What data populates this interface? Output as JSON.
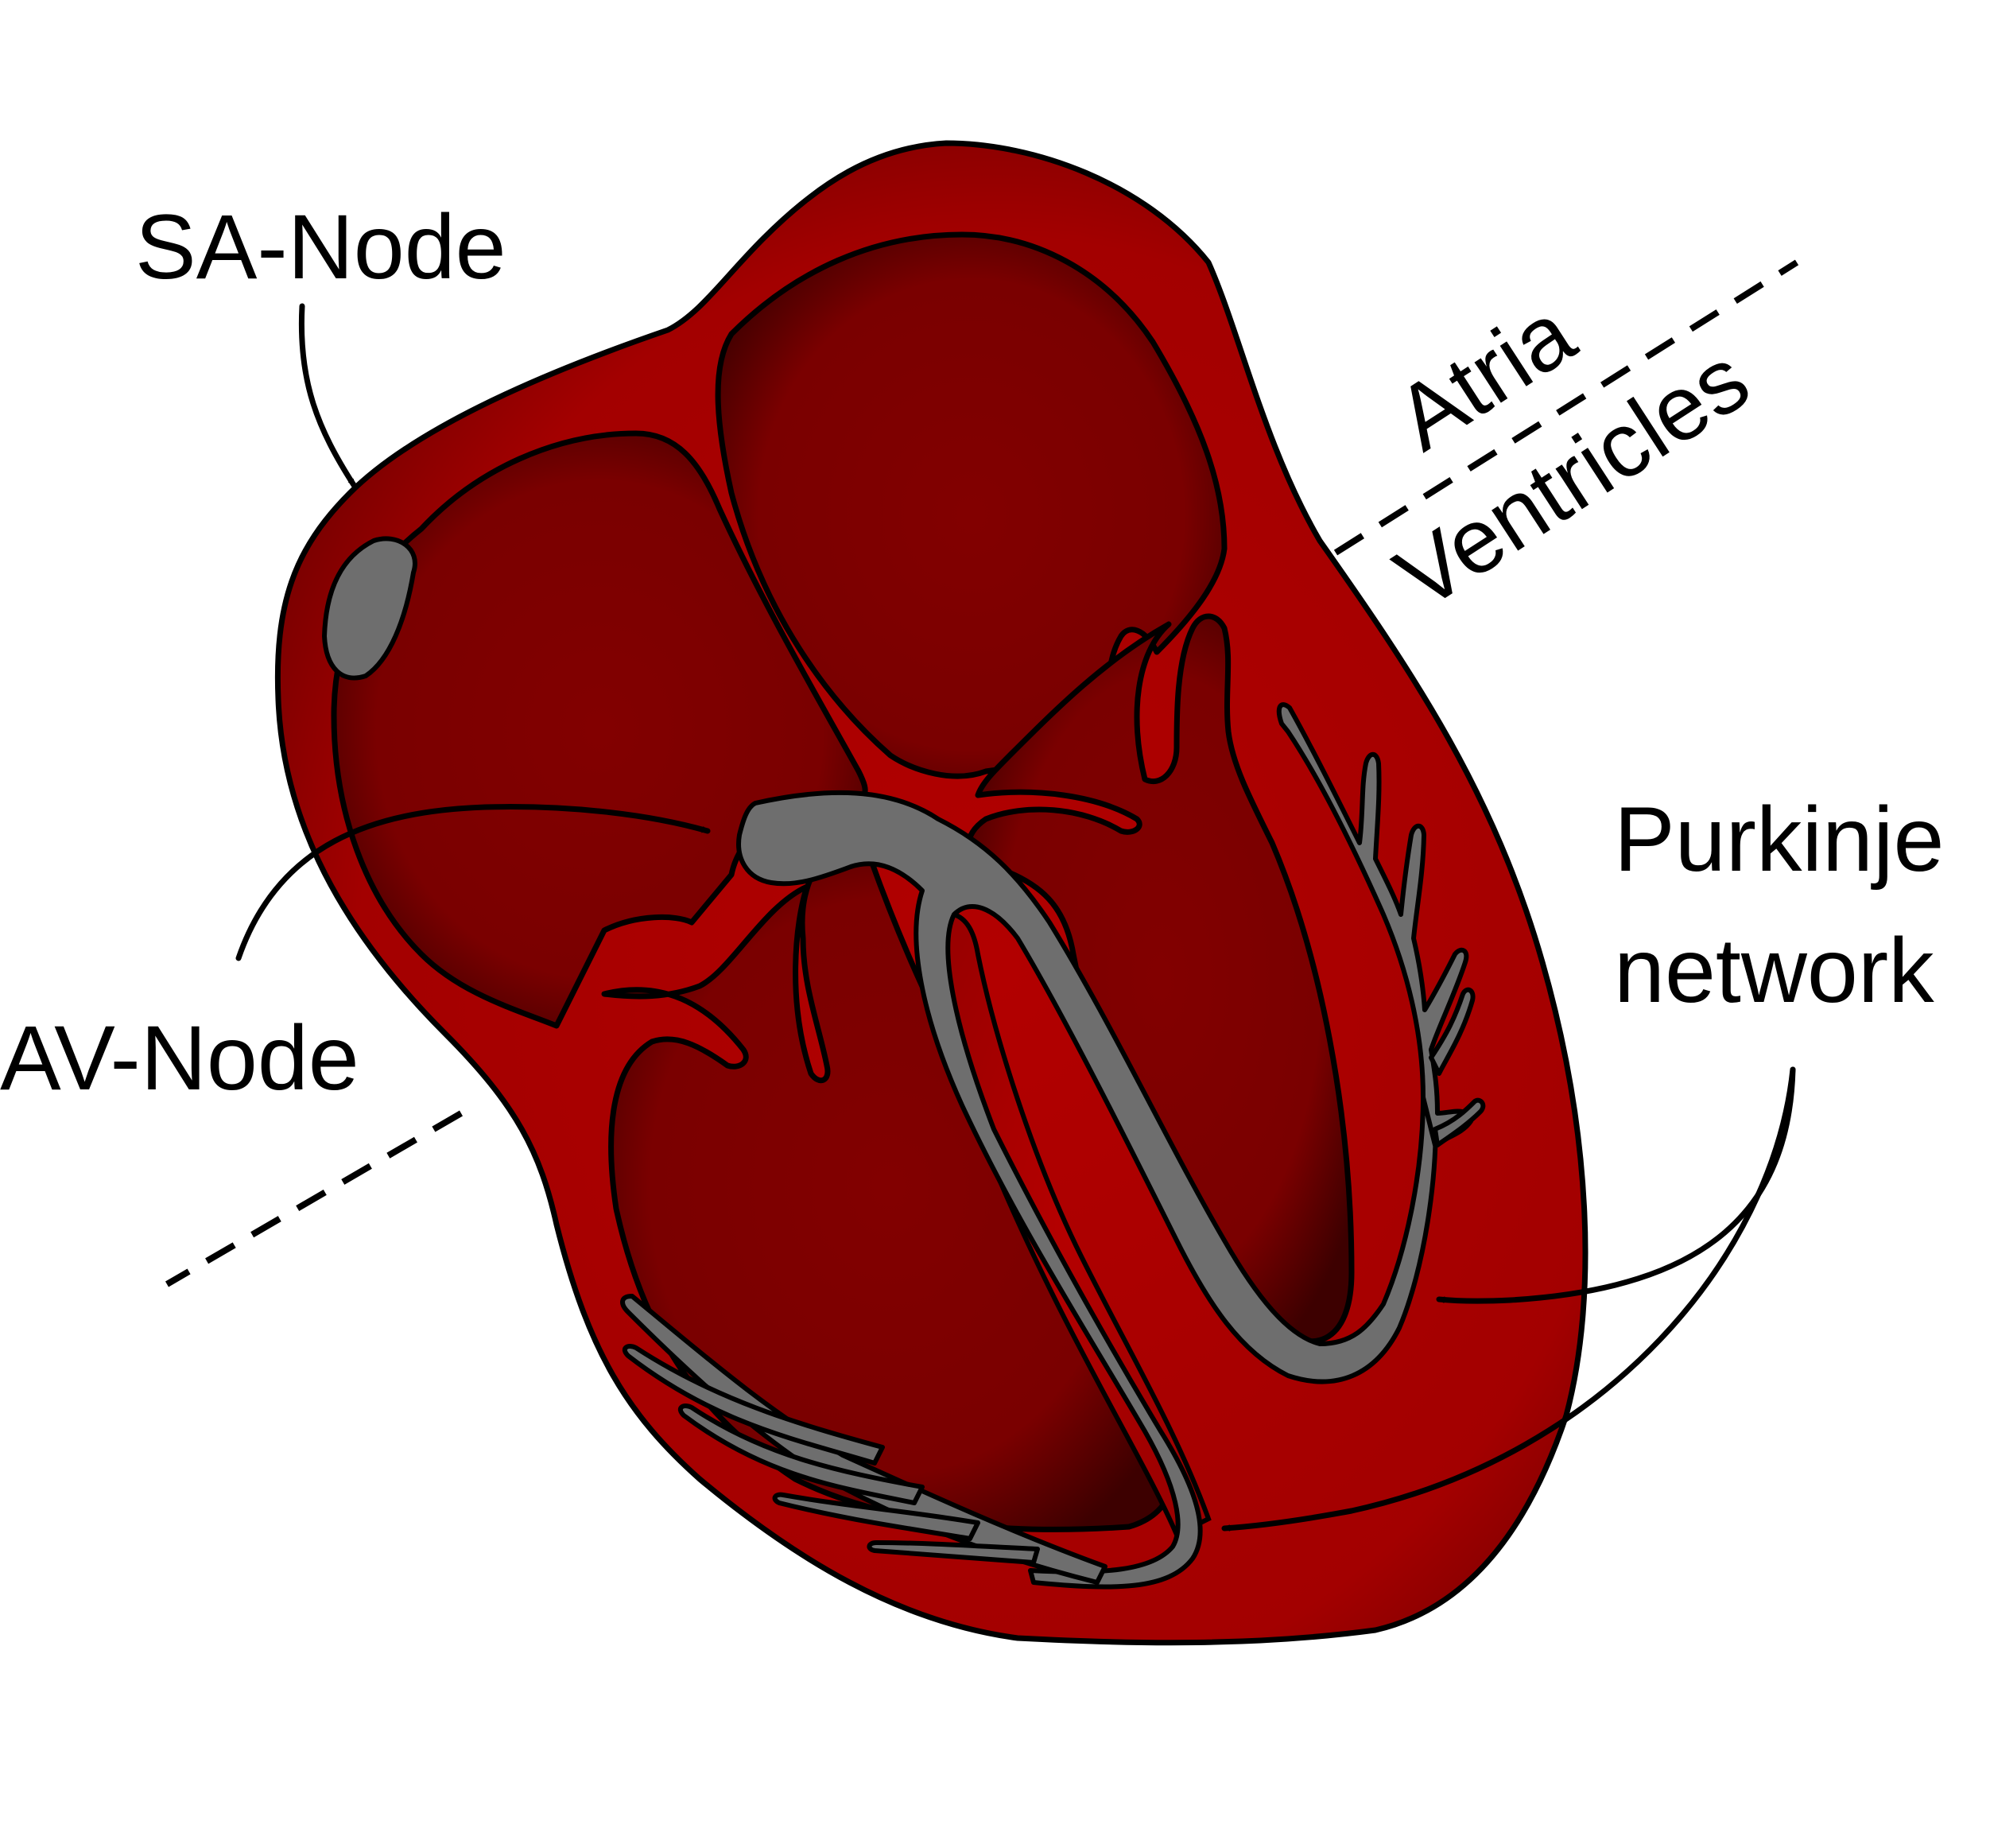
{
  "labels": {
    "sa_node": "SA-Node",
    "av_node": "AV-Node",
    "atria": "Atria",
    "ventricles": "Ventricles",
    "purkinje_line1": "Purkinje",
    "purkinje_line2": "network"
  },
  "colors": {
    "heart_wall": "#a80000",
    "chamber": "#7e0000",
    "chamber_edge": "#3a0000",
    "conduction_tissue": "#6e6e6e",
    "outline": "#000000",
    "background": "#ffffff"
  }
}
